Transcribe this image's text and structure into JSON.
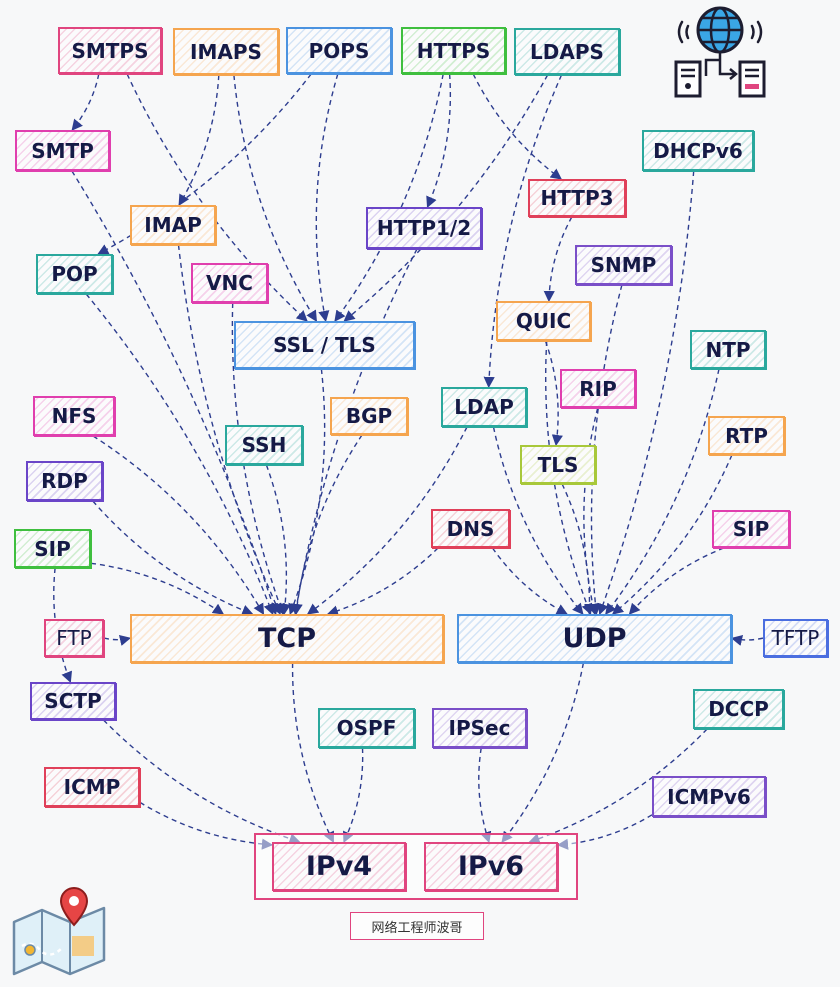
{
  "nodes": {
    "SMTPS": {
      "label": "SMTPS",
      "color": "#e0457f"
    },
    "IMAPS": {
      "label": "IMAPS",
      "color": "#f5a54f"
    },
    "POPS": {
      "label": "POPS",
      "color": "#4b93e0"
    },
    "HTTPS": {
      "label": "HTTPS",
      "color": "#3fbf3f"
    },
    "LDAPS": {
      "label": "LDAPS",
      "color": "#2aa89d"
    },
    "SMTP": {
      "label": "SMTP",
      "color": "#e03fae"
    },
    "HTTP3": {
      "label": "HTTP3",
      "color": "#e0405a"
    },
    "DHCPv6": {
      "label": "DHCPv6",
      "color": "#2aa89d"
    },
    "IMAP": {
      "label": "IMAP",
      "color": "#f5a54f"
    },
    "HTTP12": {
      "label": "HTTP1/2",
      "color": "#6a45c8"
    },
    "POP": {
      "label": "POP",
      "color": "#2aa89d"
    },
    "VNC": {
      "label": "VNC",
      "color": "#e03fae"
    },
    "SNMP": {
      "label": "SNMP",
      "color": "#7a4fc8"
    },
    "SSLTLS": {
      "label": "SSL / TLS",
      "color": "#4b93e0"
    },
    "QUIC": {
      "label": "QUIC",
      "color": "#f5a54f"
    },
    "NTP": {
      "label": "NTP",
      "color": "#2aa89d"
    },
    "RIP": {
      "label": "RIP",
      "color": "#e03fae"
    },
    "NFS": {
      "label": "NFS",
      "color": "#e03fae"
    },
    "LDAP": {
      "label": "LDAP",
      "color": "#2aa89d"
    },
    "BGP": {
      "label": "BGP",
      "color": "#f5a54f"
    },
    "SSH": {
      "label": "SSH",
      "color": "#2aa89d"
    },
    "RTP": {
      "label": "RTP",
      "color": "#f5a54f"
    },
    "TLS": {
      "label": "TLS",
      "color": "#a8c83a"
    },
    "RDP": {
      "label": "RDP",
      "color": "#6a45c8"
    },
    "DNS": {
      "label": "DNS",
      "color": "#e0405a"
    },
    "SIPR": {
      "label": "SIP",
      "color": "#e03fae"
    },
    "SIPL": {
      "label": "SIP",
      "color": "#3fbf3f"
    },
    "FTP": {
      "label": "FTP",
      "color": "#e0457f"
    },
    "TCP": {
      "label": "TCP",
      "color": "#f5a54f"
    },
    "UDP": {
      "label": "UDP",
      "color": "#4b93e0"
    },
    "TFTP": {
      "label": "TFTP",
      "color": "#4b6ee0"
    },
    "SCTP": {
      "label": "SCTP",
      "color": "#6a45c8"
    },
    "OSPF": {
      "label": "OSPF",
      "color": "#2aa89d"
    },
    "IPSec": {
      "label": "IPSec",
      "color": "#7a4fc8"
    },
    "DCCP": {
      "label": "DCCP",
      "color": "#2aa89d"
    },
    "ICMP": {
      "label": "ICMP",
      "color": "#e0405a"
    },
    "ICMPv6": {
      "label": "ICMPv6",
      "color": "#7a4fc8"
    },
    "IPv4": {
      "label": "IPv4",
      "color": "#e0457f"
    },
    "IPv6": {
      "label": "IPv6",
      "color": "#e0457f"
    }
  },
  "edges": [
    [
      "SMTPS",
      "SMTP"
    ],
    [
      "SMTPS",
      "SSLTLS"
    ],
    [
      "IMAPS",
      "IMAP"
    ],
    [
      "IMAPS",
      "SSLTLS"
    ],
    [
      "POPS",
      "POP"
    ],
    [
      "POPS",
      "SSLTLS"
    ],
    [
      "HTTPS",
      "HTTP12"
    ],
    [
      "HTTPS",
      "HTTP3"
    ],
    [
      "HTTPS",
      "SSLTLS"
    ],
    [
      "LDAPS",
      "LDAP"
    ],
    [
      "LDAPS",
      "SSLTLS"
    ],
    [
      "HTTP3",
      "QUIC"
    ],
    [
      "QUIC",
      "TLS"
    ],
    [
      "QUIC",
      "UDP"
    ],
    [
      "SMTP",
      "TCP"
    ],
    [
      "IMAP",
      "TCP"
    ],
    [
      "POP",
      "TCP"
    ],
    [
      "VNC",
      "TCP"
    ],
    [
      "SSLTLS",
      "TCP"
    ],
    [
      "HTTP12",
      "TCP"
    ],
    [
      "NFS",
      "TCP"
    ],
    [
      "RDP",
      "TCP"
    ],
    [
      "SIPL",
      "TCP"
    ],
    [
      "SIPL",
      "SCTP"
    ],
    [
      "SSH",
      "TCP"
    ],
    [
      "BGP",
      "TCP"
    ],
    [
      "DNS",
      "TCP"
    ],
    [
      "DNS",
      "UDP"
    ],
    [
      "LDAP",
      "TCP"
    ],
    [
      "LDAP",
      "UDP"
    ],
    [
      "DHCPv6",
      "UDP"
    ],
    [
      "SNMP",
      "UDP"
    ],
    [
      "NTP",
      "UDP"
    ],
    [
      "RIP",
      "UDP"
    ],
    [
      "RTP",
      "UDP"
    ],
    [
      "SIPR",
      "UDP"
    ],
    [
      "TLS",
      "UDP"
    ],
    [
      "FTP",
      "TCP"
    ],
    [
      "TFTP",
      "UDP"
    ],
    [
      "TCP",
      "IPv4"
    ],
    [
      "UDP",
      "IPv6"
    ],
    [
      "SCTP",
      "IPv4"
    ],
    [
      "OSPF",
      "IPv4"
    ],
    [
      "IPSec",
      "IPv6"
    ],
    [
      "DCCP",
      "IPv6"
    ],
    [
      "ICMP",
      "IPv4"
    ],
    [
      "ICMPv6",
      "IPv6"
    ]
  ],
  "footer": {
    "watermark": "网络工程师波哥"
  },
  "icons": {
    "globe": "globe-server-icon",
    "map": "map-pin-icon"
  }
}
